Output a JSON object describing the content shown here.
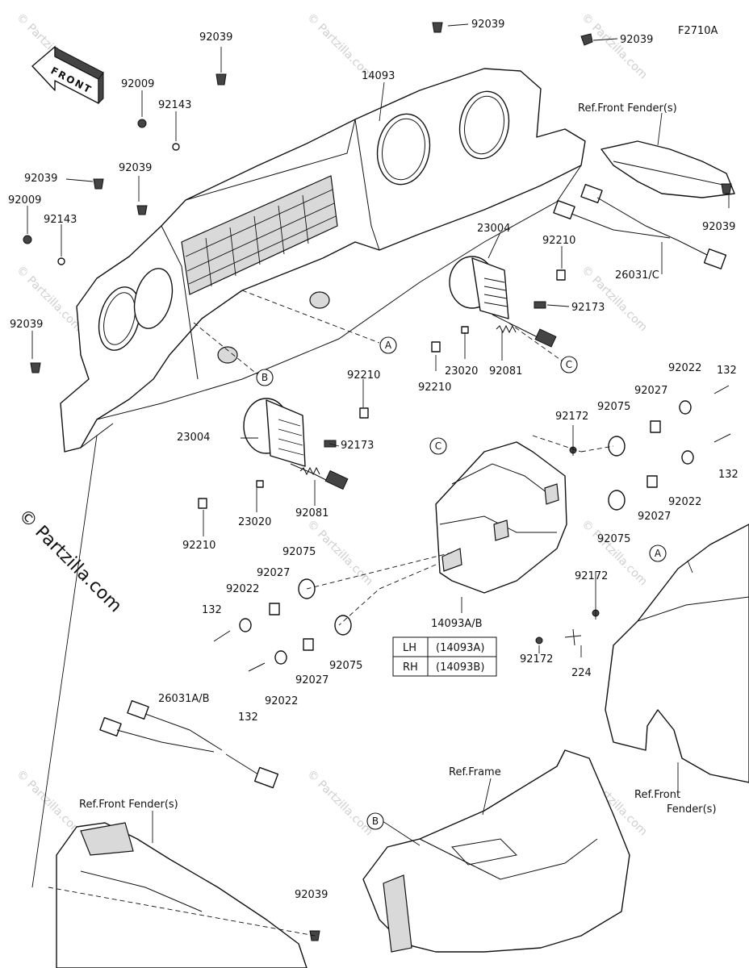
{
  "diagram_code": "F2710A",
  "front_label": "FRONT",
  "watermark_side": "© Partzilla.com",
  "watermark_tile": "© Partzilla.com",
  "part_labels": {
    "p92039_a": "92039",
    "p92039_b": "92039",
    "p92039_c": "92039",
    "p92039_d": "92039",
    "p92039_e": "92039",
    "p92039_f": "92039",
    "p92039_g": "92039",
    "p92039_h": "92039",
    "p92009_a": "92009",
    "p92009_b": "92009",
    "p92143_a": "92143",
    "p92143_b": "92143",
    "p14093": "14093",
    "p23004_a": "23004",
    "p23004_b": "23004",
    "p92210_a": "92210",
    "p92210_b": "92210",
    "p92210_c": "92210",
    "p92210_d": "92210",
    "p92173_a": "92173",
    "p92173_b": "92173",
    "p23020_a": "23020",
    "p23020_b": "23020",
    "p92081_a": "92081",
    "p92081_b": "92081",
    "p26031c": "26031/C",
    "p26031ab": "26031A/B",
    "p132_a": "132",
    "p132_b": "132",
    "p132_c": "132",
    "p132_d": "132",
    "p92022_a": "92022",
    "p92022_b": "92022",
    "p92022_c": "92022",
    "p92022_d": "92022",
    "p92027_a": "92027",
    "p92027_b": "92027",
    "p92027_c": "92027",
    "p92027_d": "92027",
    "p92075_a": "92075",
    "p92075_b": "92075",
    "p92075_c": "92075",
    "p92075_d": "92075",
    "p92172_a": "92172",
    "p92172_b": "92172",
    "p92172_c": "92172",
    "p14093ab": "14093A/B",
    "p224": "224"
  },
  "references": {
    "front_fender_top": "Ref.Front Fender(s)",
    "front_fender_right_1": "Ref.Front",
    "front_fender_right_2": "Fender(s)",
    "front_fender_bottom": "Ref.Front Fender(s)",
    "frame": "Ref.Frame"
  },
  "callouts": {
    "a1": "A",
    "a2": "A",
    "b1": "B",
    "b2": "B",
    "c1": "C",
    "c2": "C"
  },
  "side_table": {
    "rows": [
      {
        "side": "LH",
        "part": "(14093A)"
      },
      {
        "side": "RH",
        "part": "(14093B)"
      }
    ]
  }
}
